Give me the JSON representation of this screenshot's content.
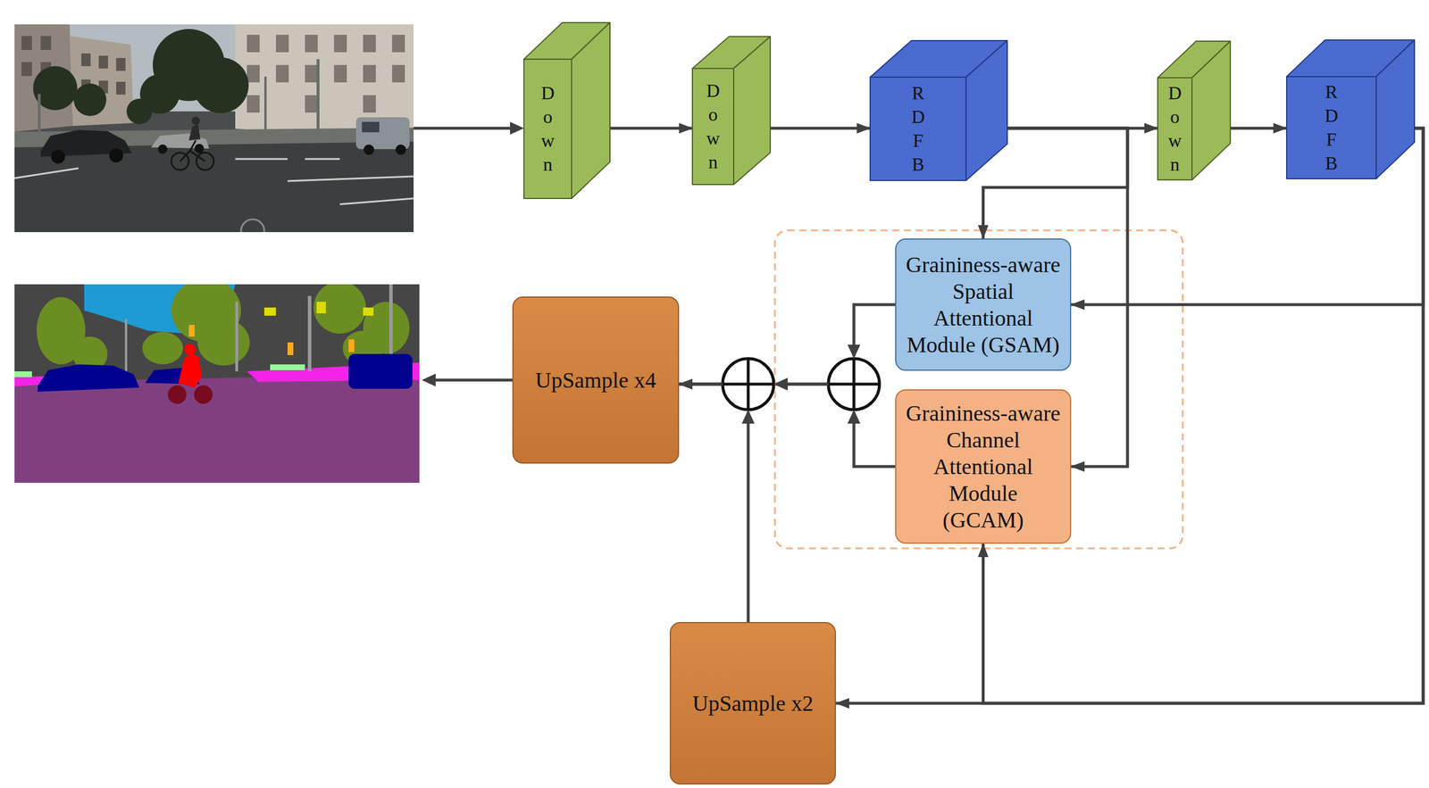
{
  "diagram": {
    "nodes": [
      {
        "text": [
          "Down"
        ]
      },
      {
        "text": [
          "Down"
        ]
      },
      {
        "text": [
          "RDFB"
        ]
      },
      {
        "text": [
          "Down"
        ]
      },
      {
        "text": [
          "RDFB"
        ]
      },
      {
        "text": [
          "Graininess-aware Spatial Attentional Module (GSAM)"
        ]
      },
      {
        "text": [
          "Graininess-aware Channel Attentional Module (GCAM)"
        ]
      },
      {
        "text": [
          "UpSample x4"
        ]
      },
      {
        "text": [
          "UpSample x2"
        ]
      }
    ],
    "edges": [
      {
        "from": 0,
        "to": 1,
        "arrow": "to"
      },
      {
        "from": 1,
        "to": 2,
        "arrow": "to"
      },
      {
        "from": 2,
        "to": 3,
        "arrow": "to"
      },
      {
        "from": 2,
        "to": 5,
        "arrow": "to"
      },
      {
        "from": 2,
        "to": 6,
        "arrow": "to"
      },
      {
        "from": 3,
        "to": 4,
        "arrow": "to"
      },
      {
        "from": 4,
        "to": 5,
        "arrow": "to"
      },
      {
        "from": 4,
        "to": 6,
        "arrow": "to"
      },
      {
        "from": 4,
        "to": 8,
        "arrow": "to"
      },
      {
        "from": 5,
        "to": 7,
        "arrow": "to"
      },
      {
        "from": 6,
        "to": 7,
        "arrow": "to"
      },
      {
        "from": 8,
        "to": 7,
        "arrow": "to"
      }
    ]
  }
}
